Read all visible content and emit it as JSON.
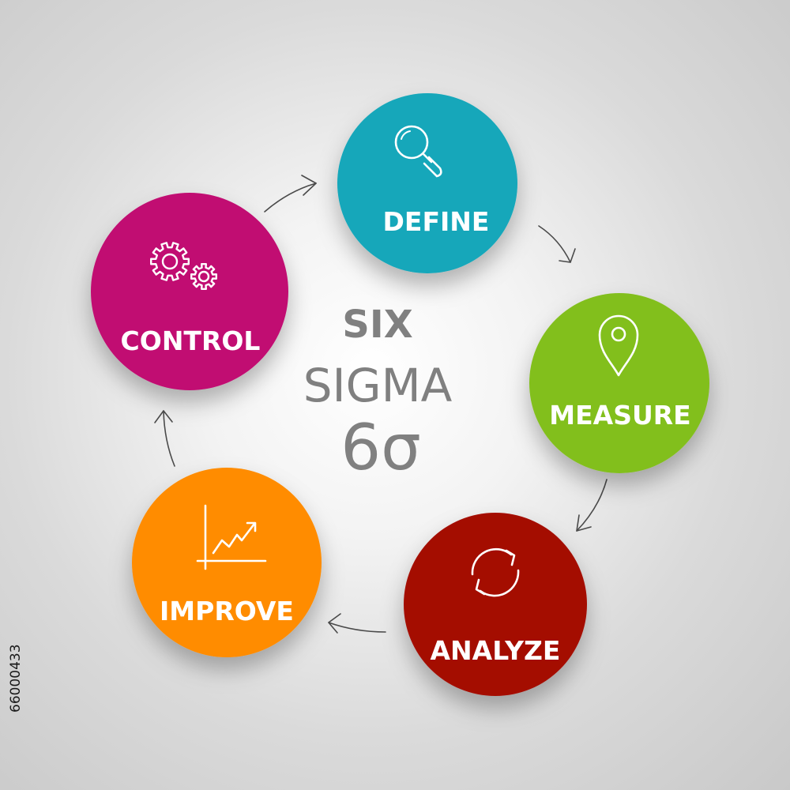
{
  "title": {
    "line1": "SIX",
    "line2": "SIGMA",
    "symbol": "6σ"
  },
  "steps": [
    {
      "label": "DEFINE",
      "icon": "magnifier-icon",
      "color": "#12a7ba"
    },
    {
      "label": "MEASURE",
      "icon": "location-pin-icon",
      "color": "#82bf1d"
    },
    {
      "label": "ANALYZE",
      "icon": "refresh-cycle-icon",
      "color": "#a40d06"
    },
    {
      "label": "IMPROVE",
      "icon": "growth-chart-icon",
      "color": "#ff8c00"
    },
    {
      "label": "CONTROL",
      "icon": "gears-icon",
      "color": "#c10f72"
    }
  ],
  "stock_id": "66000433"
}
